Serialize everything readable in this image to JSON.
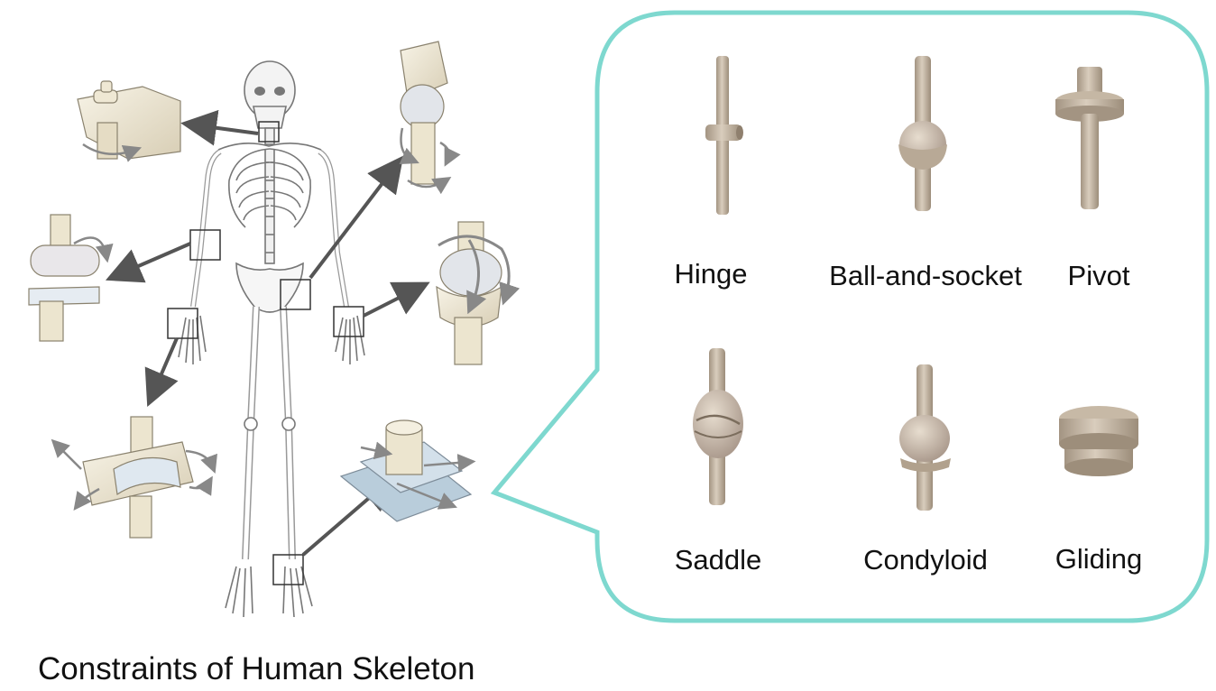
{
  "caption": "Constraints of Human Skeleton",
  "joints": {
    "hinge": "Hinge",
    "ball_and_socket": "Ball-and-socket",
    "pivot": "Pivot",
    "saddle": "Saddle",
    "condyloid": "Condyloid",
    "gliding": "Gliding"
  },
  "colors": {
    "callout_border": "#7ED8CF",
    "bone": "#C9BBA8",
    "model_cream": "#EFE8D4",
    "arrow": "#555555",
    "glide_plate": "#B9CDDB"
  }
}
